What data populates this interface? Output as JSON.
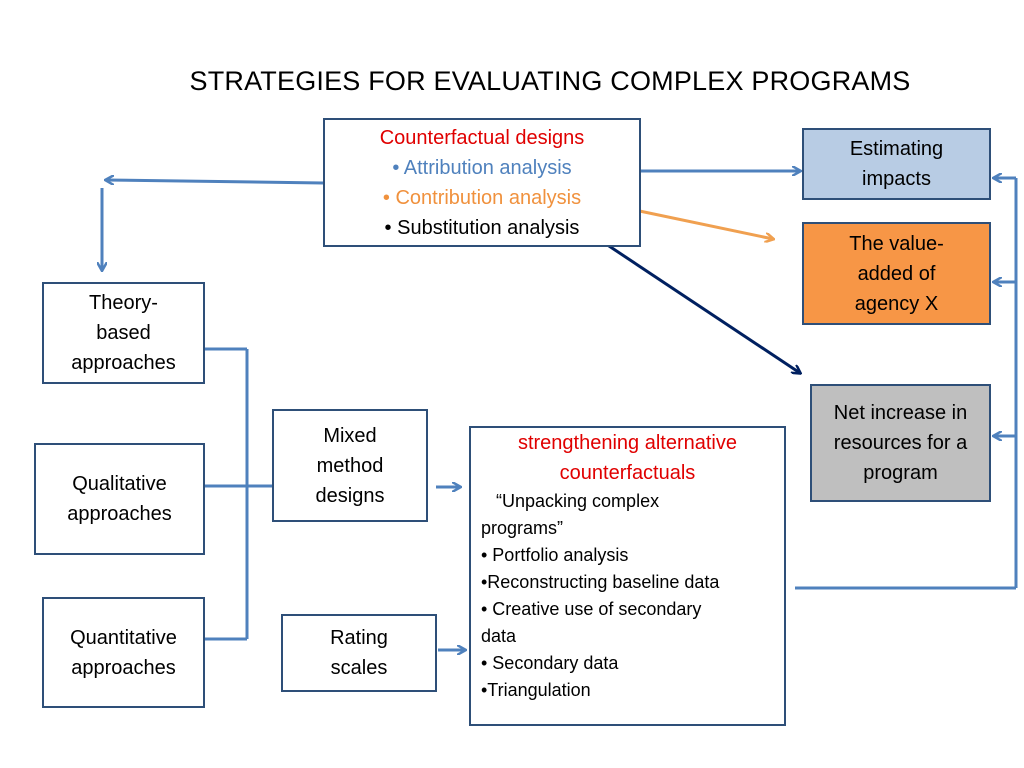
{
  "title": "STRATEGIES FOR EVALUATING COMPLEX PROGRAMS",
  "counterfactual": {
    "heading": "Counterfactual designs",
    "items": [
      "• Attribution analysis",
      "• Contribution analysis",
      "• Substitution analysis"
    ]
  },
  "outcomes": {
    "estimating": [
      "Estimating",
      "impacts"
    ],
    "value_added": [
      "The value-",
      "added of",
      "agency X"
    ],
    "net_increase": [
      "Net increase in",
      "resources for a",
      "program"
    ]
  },
  "approaches": {
    "theory": [
      "Theory-",
      "based",
      "approaches"
    ],
    "qualitative": [
      "Qualitative",
      "approaches"
    ],
    "quantitative": [
      "Quantitative",
      "approaches"
    ]
  },
  "mixed": [
    "Mixed",
    "method",
    "designs"
  ],
  "rating": [
    "Rating",
    "scales"
  ],
  "alternatives": {
    "heading": [
      "strengthening alternative",
      "counterfactuals"
    ],
    "items": [
      "   “Unpacking complex",
      "programs”",
      "• Portfolio analysis",
      "•Reconstructing baseline data",
      "• Creative use of secondary",
      "data",
      "• Secondary data",
      "•Triangulation"
    ]
  },
  "colors": {
    "border": "#2e4f78",
    "connector": "#4f81bd",
    "estimating_fill": "#b8cce4",
    "value_added_fill": "#f79646",
    "net_increase_fill": "#bfbfbf",
    "dark_arrow": "#002060",
    "orange_arrow": "#f0a050",
    "red_text": "#e00000"
  }
}
